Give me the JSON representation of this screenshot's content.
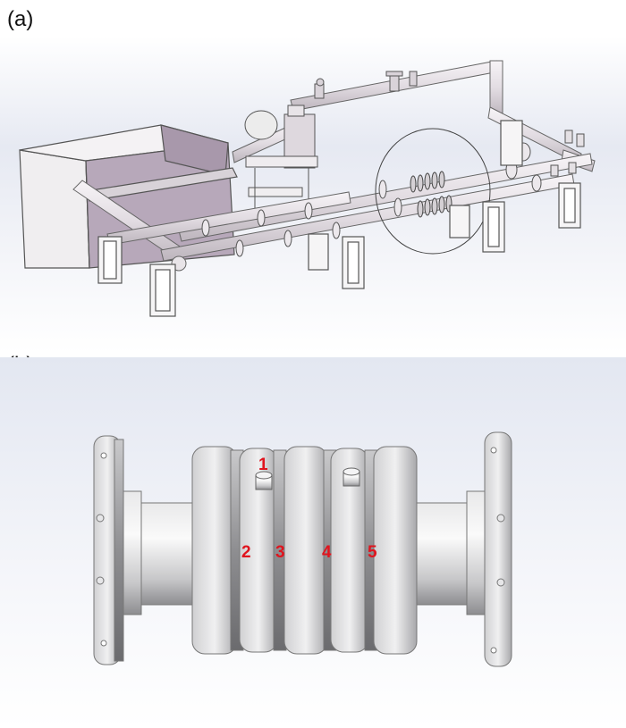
{
  "panels": {
    "a": {
      "label": "(a)"
    },
    "b": {
      "label": "(b)"
    }
  },
  "markers": [
    "1",
    "2",
    "3",
    "4",
    "5"
  ],
  "colors": {
    "tank_interior": "#b7a8ba",
    "pipe": "#e6e2e6",
    "flange": "#d8d8da",
    "background_top": "#e3e7f1",
    "marker": "#e0141e"
  }
}
